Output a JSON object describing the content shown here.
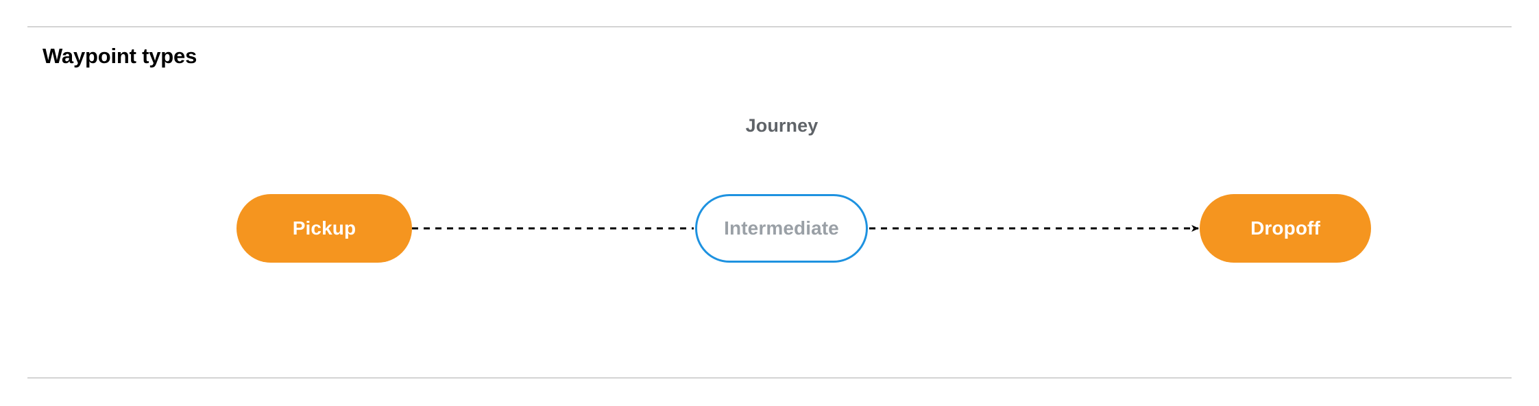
{
  "section": {
    "title": "Waypoint types"
  },
  "diagram": {
    "type": "flow",
    "group_label": "Journey",
    "nodes": [
      {
        "id": "pickup",
        "label": "Pickup",
        "style": "filled",
        "fill": "#f5951f",
        "text_color": "#ffffff"
      },
      {
        "id": "intermediate",
        "label": "Intermediate",
        "style": "outlined",
        "fill": "#ffffff",
        "border_color": "#1e92e0",
        "text_color": "#9aa0a6"
      },
      {
        "id": "dropoff",
        "label": "Dropoff",
        "style": "filled",
        "fill": "#f5951f",
        "text_color": "#ffffff"
      }
    ],
    "edges": [
      {
        "from": "pickup",
        "to": "intermediate",
        "line": "dashed",
        "arrowhead": false,
        "color": "#000000"
      },
      {
        "from": "intermediate",
        "to": "dropoff",
        "line": "dashed",
        "arrowhead": true,
        "color": "#000000"
      }
    ]
  },
  "colors": {
    "accent_orange": "#f5951f",
    "accent_blue": "#1e92e0",
    "muted_text": "#9aa0a6",
    "label_text": "#5f6368",
    "divider": "#d4d4d4"
  }
}
